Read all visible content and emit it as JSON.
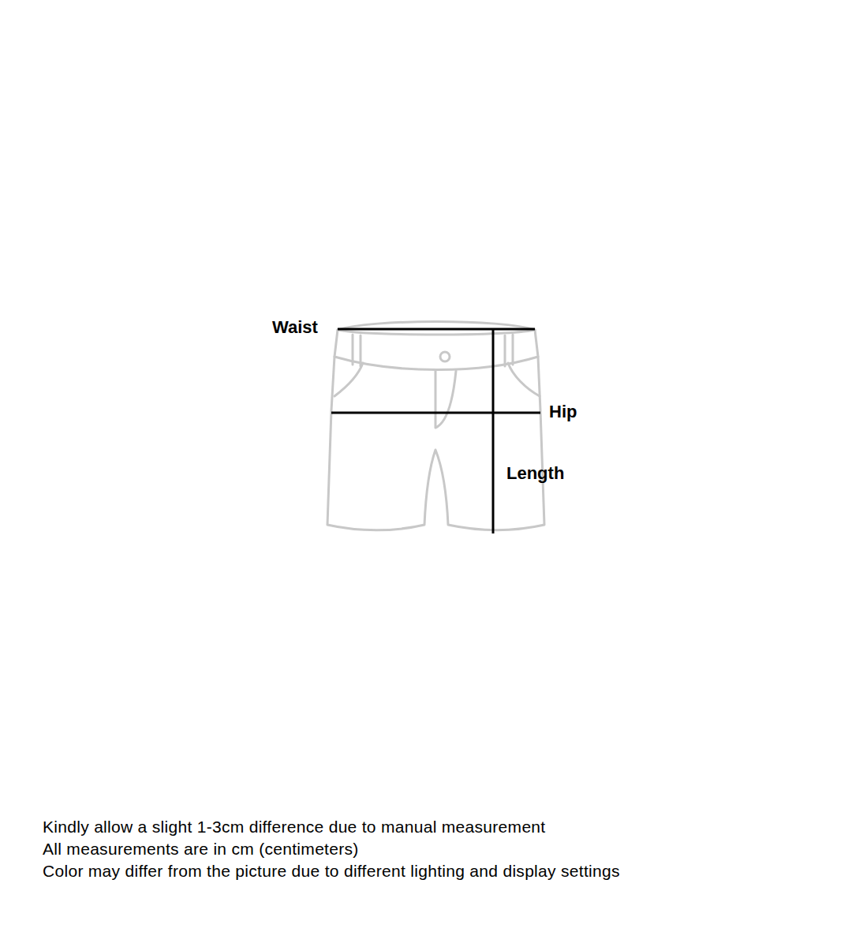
{
  "diagram": {
    "labels": [
      "Waist",
      "Hip",
      "Length",
      "Kindly allow a slight 1-3cm difference due to manual measurement",
      "All measurements are in cm (centimeters)",
      "Color may differ from the picture due to different lighting and display settings"
    ]
  }
}
